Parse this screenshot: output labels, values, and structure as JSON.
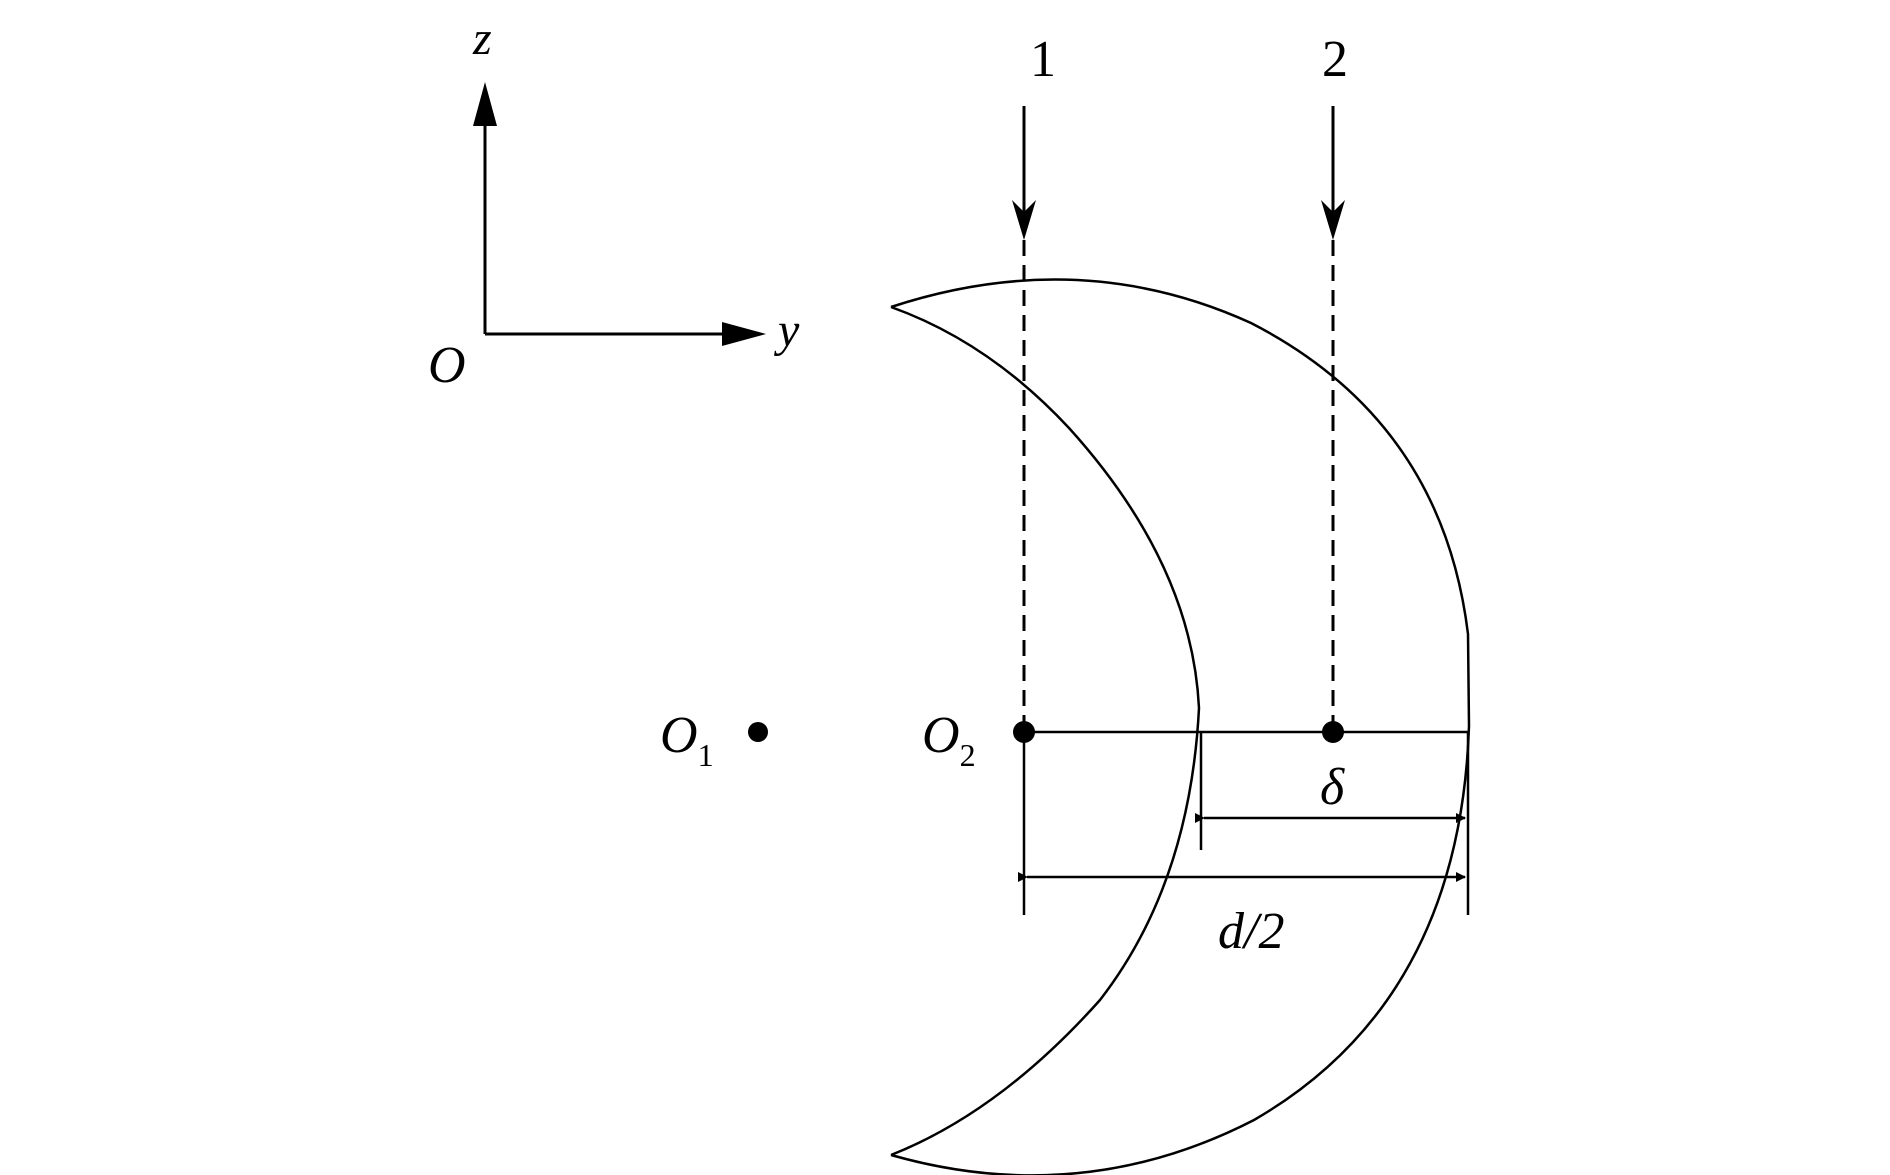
{
  "axes": {
    "z_label": "z",
    "y_label": "y",
    "origin_label": "O"
  },
  "points": {
    "o1_base": "O",
    "o1_sub": "1",
    "o2_base": "O",
    "o2_sub": "2"
  },
  "rays": {
    "ray1_label": "1",
    "ray2_label": "2"
  },
  "dimensions": {
    "delta_label": "δ",
    "half_diameter_label": "d/2"
  },
  "colors": {
    "ink": "#000000",
    "background": "#ffffff"
  }
}
